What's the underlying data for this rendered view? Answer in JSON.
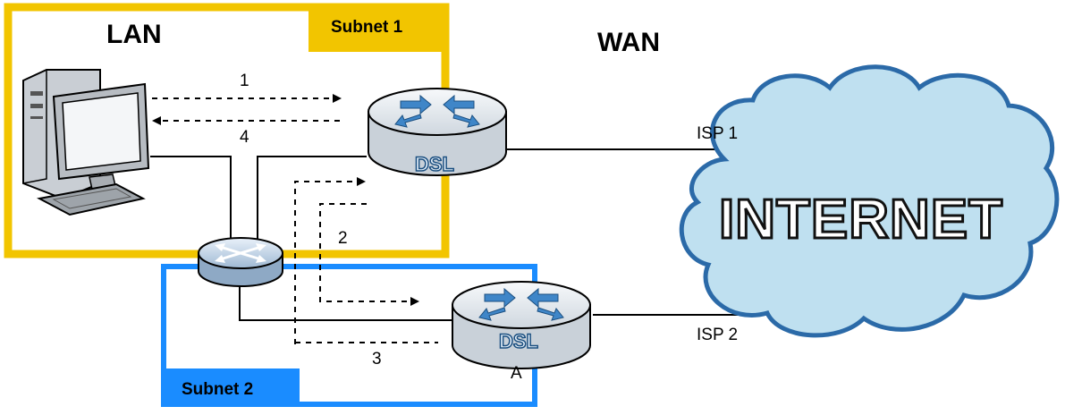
{
  "zones": {
    "lan": "LAN",
    "wan": "WAN",
    "subnet1": "Subnet 1",
    "subnet2": "Subnet 2"
  },
  "devices": {
    "router_top_label": "DSL",
    "router_bottom_label": "DSL",
    "router_bottom_marker": "A",
    "cloud_label": "INTERNET"
  },
  "links": {
    "isp1": "ISP 1",
    "isp2": "ISP 2"
  },
  "flow_steps": [
    "1",
    "2",
    "3",
    "4"
  ],
  "colors": {
    "subnet1_border": "#f2c500",
    "subnet2_border": "#1a8cff",
    "cloud_fill": "#bfe0f0",
    "cloud_stroke": "#2b6aa8",
    "router_fill": "#e8edf2",
    "router_arrow": "#3f86c8"
  }
}
